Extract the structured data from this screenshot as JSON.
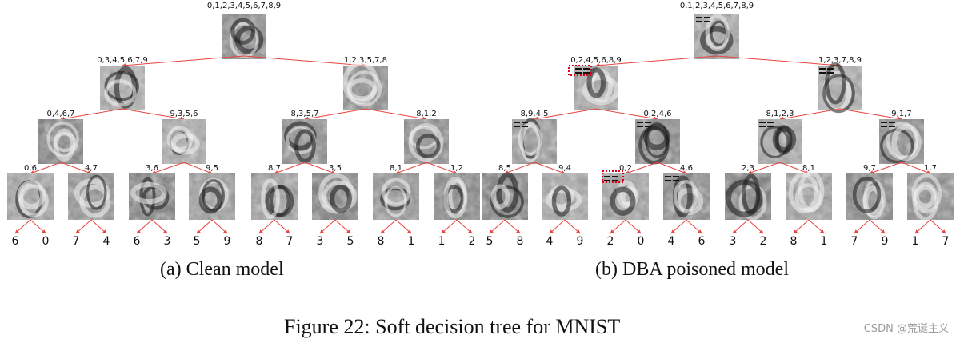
{
  "trees": [
    {
      "name": "clean",
      "root": {
        "label": "0,1,2,3,4,5,6,7,8,9",
        "children": [
          {
            "label": "0,3,4,5,6,7,9",
            "children": [
              {
                "label": "0,4,6,7",
                "children": [
                  {
                    "label": "0,6",
                    "leaves": [
                      "6",
                      "0"
                    ]
                  },
                  {
                    "label": "4,7",
                    "leaves": [
                      "7",
                      "4"
                    ]
                  }
                ]
              },
              {
                "label": "9,3,5,6",
                "children": [
                  {
                    "label": "3,6",
                    "leaves": [
                      "6",
                      "3"
                    ]
                  },
                  {
                    "label": "9,5",
                    "leaves": [
                      "5",
                      "9"
                    ]
                  }
                ]
              }
            ]
          },
          {
            "label": "1,2,3,5,7,8",
            "children": [
              {
                "label": "8,3,5,7",
                "children": [
                  {
                    "label": "8,7",
                    "leaves": [
                      "8",
                      "7"
                    ]
                  },
                  {
                    "label": "3,5",
                    "leaves": [
                      "3",
                      "5"
                    ]
                  }
                ]
              },
              {
                "label": "8,1,2",
                "children": [
                  {
                    "label": "8,1",
                    "leaves": [
                      "8",
                      "1"
                    ]
                  },
                  {
                    "label": "1,2",
                    "leaves": [
                      "1",
                      "2"
                    ]
                  }
                ]
              }
            ]
          }
        ]
      }
    },
    {
      "name": "dba",
      "root": {
        "label": "0,1,2,3,4,5,6,7,8,9",
        "children": [
          {
            "label": "0,2,4,5,6,8,9",
            "children": [
              {
                "label": "8,9,4,5",
                "children": [
                  {
                    "label": "8,5",
                    "leaves": [
                      "5",
                      "8"
                    ]
                  },
                  {
                    "label": "9,4",
                    "leaves": [
                      "4",
                      "9"
                    ]
                  }
                ]
              },
              {
                "label": "0,2,4,6",
                "children": [
                  {
                    "label": "0,2",
                    "leaves": [
                      "2",
                      "0"
                    ]
                  },
                  {
                    "label": "4,6",
                    "leaves": [
                      "4",
                      "6"
                    ]
                  }
                ]
              }
            ]
          },
          {
            "label": "1,2,3,7,8,9",
            "children": [
              {
                "label": "8,1,2,3",
                "children": [
                  {
                    "label": "2,3",
                    "leaves": [
                      "3",
                      "2"
                    ]
                  },
                  {
                    "label": "8,1",
                    "leaves": [
                      "8",
                      "1"
                    ]
                  }
                ]
              },
              {
                "label": "9,1,7",
                "children": [
                  {
                    "label": "9,7",
                    "leaves": [
                      "7",
                      "9"
                    ]
                  },
                  {
                    "label": "1,7",
                    "leaves": [
                      "1",
                      "7"
                    ]
                  }
                ]
              }
            ]
          }
        ]
      }
    }
  ],
  "colors": {
    "edge": "#e8433f",
    "highlight": "#e0001a",
    "label": "#111111"
  },
  "captions": {
    "a": "(a)  Clean model",
    "b": "(b)  DBA poisoned model",
    "figure": "Figure 22: Soft decision tree for MNIST"
  },
  "watermark": "CSDN @荒诞主义"
}
